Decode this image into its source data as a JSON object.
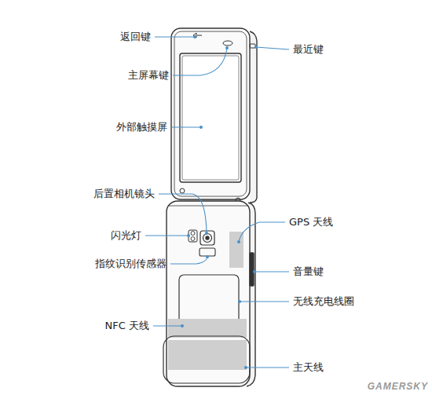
{
  "diagram": {
    "labels": [
      "返回键",
      "主屏幕键",
      "外部触摸屏",
      "后置相机镜头",
      "闪光灯",
      "指纹识别传感器",
      "NFC 天线",
      "最近键",
      "GPS 天线",
      "音量键",
      "无线充电线圈",
      "主天线",
      "GAMERSKY"
    ]
  }
}
